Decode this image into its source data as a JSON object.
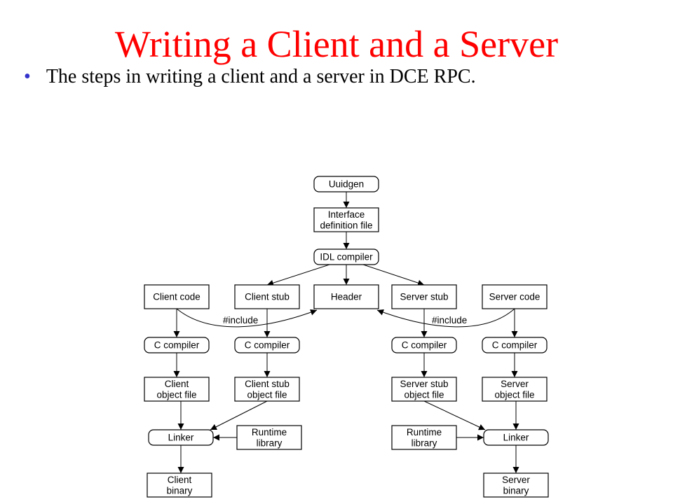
{
  "title": "Writing a Client and a Server",
  "bullet": "The steps in writing a client and a server in DCE RPC.",
  "diagram": {
    "nodes": [
      {
        "id": "uuidgen",
        "lines": [
          "Uuidgen"
        ],
        "rounded": true
      },
      {
        "id": "idf",
        "lines": [
          "Interface",
          "definition file"
        ],
        "rounded": false
      },
      {
        "id": "idlc",
        "lines": [
          "IDL compiler"
        ],
        "rounded": true
      },
      {
        "id": "ccode",
        "lines": [
          "Client code"
        ],
        "rounded": false
      },
      {
        "id": "cstub",
        "lines": [
          "Client stub"
        ],
        "rounded": false
      },
      {
        "id": "header",
        "lines": [
          "Header"
        ],
        "rounded": false
      },
      {
        "id": "sstub",
        "lines": [
          "Server stub"
        ],
        "rounded": false
      },
      {
        "id": "scode",
        "lines": [
          "Server code"
        ],
        "rounded": false
      },
      {
        "id": "cc1",
        "lines": [
          "C compiler"
        ],
        "rounded": true
      },
      {
        "id": "cc2",
        "lines": [
          "C compiler"
        ],
        "rounded": true
      },
      {
        "id": "cc3",
        "lines": [
          "C compiler"
        ],
        "rounded": true
      },
      {
        "id": "cc4",
        "lines": [
          "C compiler"
        ],
        "rounded": true
      },
      {
        "id": "cobj",
        "lines": [
          "Client",
          "object file"
        ],
        "rounded": false
      },
      {
        "id": "csobj",
        "lines": [
          "Client stub",
          "object file"
        ],
        "rounded": false
      },
      {
        "id": "ssobj",
        "lines": [
          "Server stub",
          "object file"
        ],
        "rounded": false
      },
      {
        "id": "sobj",
        "lines": [
          "Server",
          "object file"
        ],
        "rounded": false
      },
      {
        "id": "clink",
        "lines": [
          "Linker"
        ],
        "rounded": true
      },
      {
        "id": "crt",
        "lines": [
          "Runtime",
          "library"
        ],
        "rounded": false
      },
      {
        "id": "srt",
        "lines": [
          "Runtime",
          "library"
        ],
        "rounded": false
      },
      {
        "id": "slink",
        "lines": [
          "Linker"
        ],
        "rounded": true
      },
      {
        "id": "cbin",
        "lines": [
          "Client",
          "binary"
        ],
        "rounded": false
      },
      {
        "id": "sbin",
        "lines": [
          "Server",
          "binary"
        ],
        "rounded": false
      }
    ],
    "include_label": "#include"
  }
}
